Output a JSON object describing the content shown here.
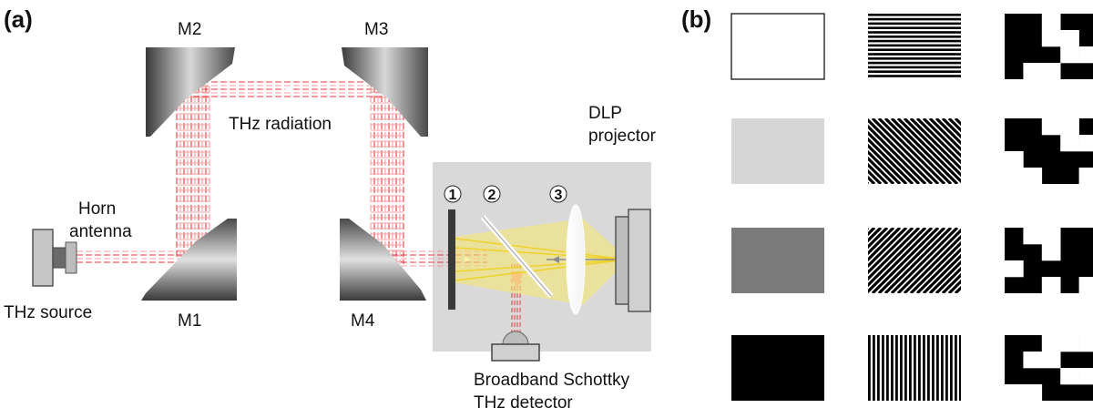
{
  "panel_a": {
    "label": "(a)",
    "mirrors": {
      "m1": "M1",
      "m2": "M2",
      "m3": "M3",
      "m4": "M4"
    },
    "thz_radiation": "THz radiation",
    "horn_line1": "Horn",
    "horn_line2": "antenna",
    "thz_source": "THz source",
    "dlp_line1": "DLP",
    "dlp_line2": "projector",
    "detector_line1": "Broadband Schottky",
    "detector_line2": "THz detector",
    "element_numbers": [
      "1",
      "2",
      "3"
    ]
  },
  "panel_b": {
    "label": "(b)",
    "columns": [
      "uniform",
      "stripes",
      "random"
    ],
    "uniform_fills": [
      "#ffffff",
      "#d6d6d6",
      "#7a7a7a",
      "#000000"
    ],
    "stripe_orientations": [
      "horizontal",
      "diagonal-left",
      "diagonal-right",
      "vertical"
    ],
    "random_masks": [
      [
        [
          0,
          0,
          1,
          0,
          0
        ],
        [
          0,
          0,
          1,
          1,
          0
        ],
        [
          0,
          0,
          0,
          1,
          1
        ],
        [
          0,
          1,
          1,
          0,
          0
        ]
      ],
      [
        [
          0,
          0,
          1,
          1,
          0
        ],
        [
          0,
          0,
          0,
          1,
          1
        ],
        [
          1,
          0,
          0,
          0,
          0
        ],
        [
          1,
          1,
          0,
          0,
          1
        ]
      ],
      [
        [
          0,
          1,
          1,
          0,
          0
        ],
        [
          0,
          0,
          1,
          0,
          0
        ],
        [
          1,
          0,
          0,
          0,
          0
        ],
        [
          0,
          0,
          1,
          0,
          1
        ]
      ],
      [
        [
          0,
          0,
          1,
          1,
          1
        ],
        [
          0,
          1,
          1,
          0,
          0
        ],
        [
          0,
          0,
          0,
          1,
          1
        ],
        [
          1,
          1,
          0,
          0,
          0
        ]
      ]
    ]
  },
  "colors": {
    "beam": "#e8353a",
    "beam_light": "#f5a0a2",
    "visible_light": "#f4e02a",
    "box": "#d9d9d9"
  }
}
